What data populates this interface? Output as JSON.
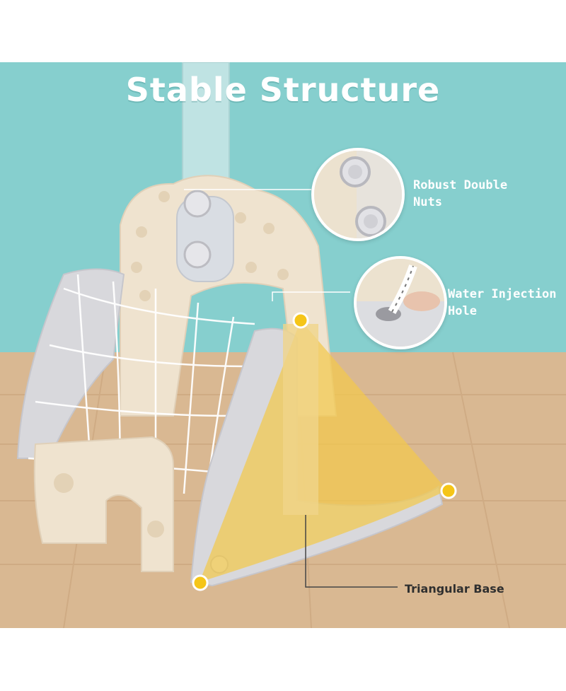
{
  "title": "Stable Structure",
  "callouts": {
    "nuts": "Robust Double Nuts",
    "water": "Water Injection Hole",
    "base": "Triangular Base"
  },
  "colors": {
    "background_teal": "#86cfce",
    "floor_wood": "#d9b892",
    "highlight_yellow": "#f2c94c",
    "marker_yellow": "#f5c518",
    "frame_cream": "#efe3cf",
    "frame_grey": "#d8d8dc"
  }
}
